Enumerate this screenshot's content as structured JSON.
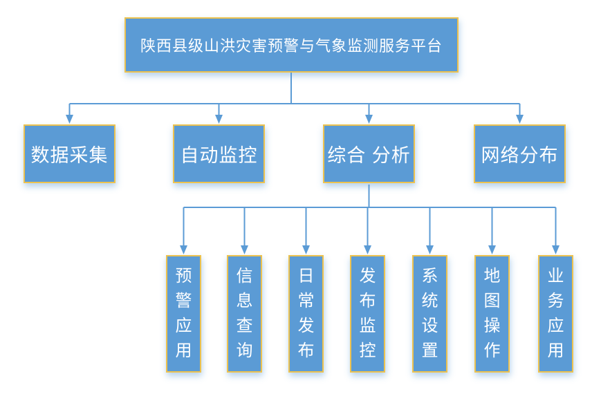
{
  "diagram": {
    "root": {
      "label": "陕西县级山洪灾害预警与气象监测服务平台"
    },
    "level2": [
      {
        "label": "数据采集"
      },
      {
        "label": "自动监控"
      },
      {
        "label": "综合 分析"
      },
      {
        "label": "网络分布"
      }
    ],
    "level3": [
      {
        "label": "预警应用"
      },
      {
        "label": "信息查询"
      },
      {
        "label": "日常发布"
      },
      {
        "label": "发布监控"
      },
      {
        "label": "系统设置"
      },
      {
        "label": "地图操作"
      },
      {
        "label": "业务应用"
      }
    ],
    "colors": {
      "node_fill": "#5B9BD5",
      "node_border": "#EDC24F",
      "connector": "#5B9BD5",
      "text": "#FFFFFF",
      "background": "#FFFFFF"
    }
  }
}
